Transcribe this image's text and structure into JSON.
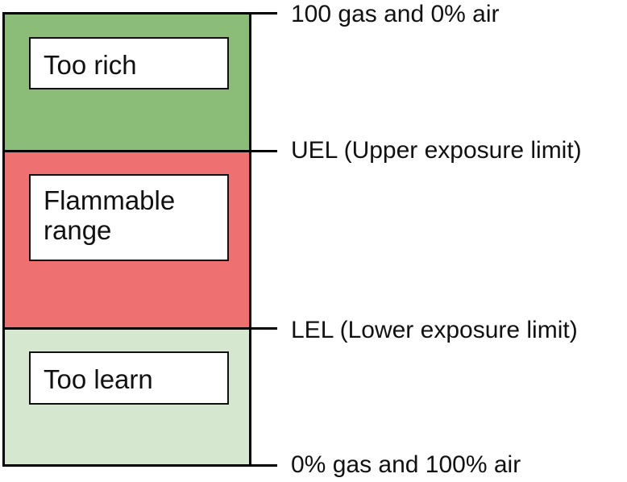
{
  "zones": {
    "rich": {
      "label": "Too rich",
      "color": "#8bbd78"
    },
    "flammable": {
      "label": "Flammable range",
      "color": "#ef7070"
    },
    "lean": {
      "label": "Too learn",
      "color": "#d5e8cf"
    }
  },
  "labels": {
    "top": "100 gas and 0% air",
    "uel": "UEL (Upper exposure limit)",
    "lel": "LEL (Lower exposure limit)",
    "bottom": "0% gas and 100% air"
  }
}
